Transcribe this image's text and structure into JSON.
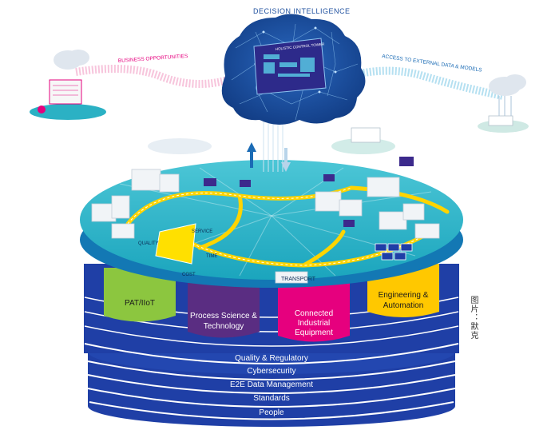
{
  "title": "DECISION INTELLIGENCE",
  "brain_screen_label": "HOLISTIC CONTROL TOWER",
  "flows": {
    "left": "BUSINESS OPPORTUNITIES",
    "right": "ACCESS TO EXTERNAL DATA & MODELS"
  },
  "platform_labels": {
    "transport": "TRANSPORT",
    "cost": "COST",
    "service": "SERVICE",
    "quality": "QUALITY",
    "time": "TIME"
  },
  "pillars": [
    {
      "lines": [
        "PAT/IIoT"
      ],
      "color": "#8cc63f"
    },
    {
      "lines": [
        "Process Science &",
        "Technology"
      ],
      "color": "#5a2d82"
    },
    {
      "lines": [
        "Connected",
        "Industrial",
        "Equipment"
      ],
      "color": "#e6007e"
    },
    {
      "lines": [
        "Engineering &",
        "Automation"
      ],
      "color": "#ffc800"
    }
  ],
  "layers": [
    "Quality & Regulatory",
    "Cybersecurity",
    "E2E Data Management",
    "Standards",
    "People"
  ],
  "credit": "图片：默克",
  "colors": {
    "platform_top": "#2bb1c4",
    "platform_rim": "#1378b4",
    "layer_blue": "#1f3fa6",
    "brain": "#1d4f9e",
    "road": "#ffd400"
  }
}
